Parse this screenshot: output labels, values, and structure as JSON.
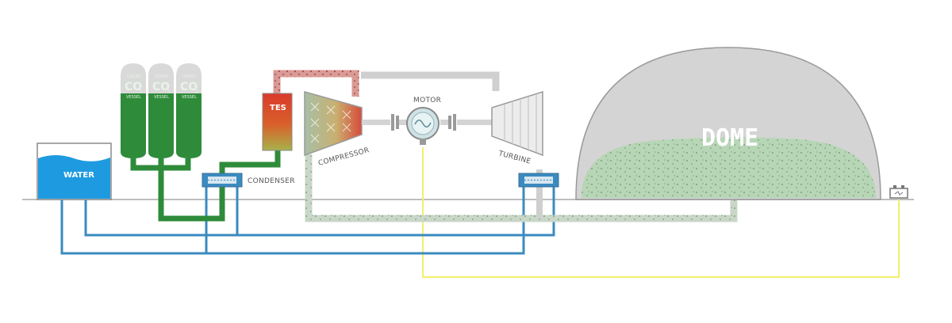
{
  "labels": {
    "water": "WATER",
    "condenser": "CONDENSER",
    "compressor": "COMPRESSOR",
    "turbine": "TURBINE",
    "motor": "MOTOR",
    "tes": "TES",
    "dome": "DOME"
  },
  "vessel": {
    "top": "LIQUID",
    "main": "CO",
    "sub": "2",
    "bottom": "VESSEL"
  },
  "colors": {
    "water": "#1e9be0",
    "pipe_blue": "#3a8bbf",
    "pipe_green": "#2e8b3a",
    "pipe_red": "#c94a4a",
    "pipe_grey": "#cfcfcf",
    "electric": "#f2ef6a",
    "dome": "#d4d4d4",
    "co2_gas": "#b7d6b6"
  }
}
